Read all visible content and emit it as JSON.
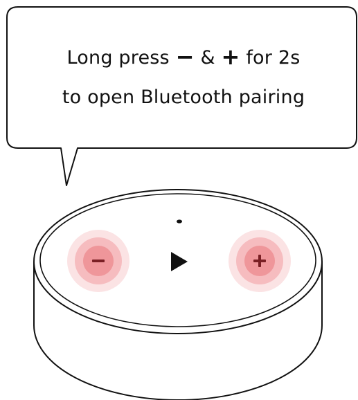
{
  "instruction": {
    "line1_before": "Long press",
    "minus_symbol": "−",
    "ampersand": "&",
    "plus_symbol": "+",
    "line1_after": "for 2s",
    "line2": "to open Bluetooth pairing"
  },
  "colors": {
    "outline": "#111111",
    "button_glow_outer": "#fbe3e4",
    "button_glow_inner": "#f6bcbf",
    "button_core": "#ef969a",
    "button_symbol": "#7a1f24"
  },
  "buttons": [
    {
      "name": "volume-down",
      "symbol": "−",
      "icon": "minus-icon"
    },
    {
      "name": "play",
      "symbol": "▶",
      "icon": "play-icon"
    },
    {
      "name": "volume-up",
      "symbol": "+",
      "icon": "plus-icon"
    }
  ]
}
